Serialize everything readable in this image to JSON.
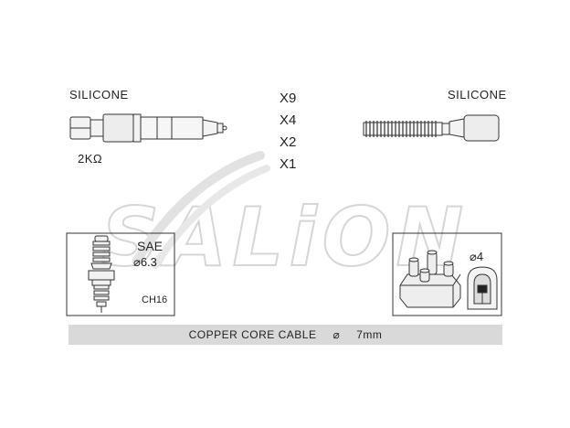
{
  "brand_watermark": "SALiON",
  "left_cable": {
    "material": "SILICONE",
    "resistance": "2KΩ"
  },
  "right_cable": {
    "material": "SILICONE"
  },
  "quantities": [
    "X9",
    "X4",
    "X2",
    "X1"
  ],
  "spark_plug_box": {
    "standard": "SAE",
    "diameter": "⌀6.3",
    "code": "CH16"
  },
  "coil_box": {
    "diameter": "⌀4"
  },
  "footer": {
    "label": "COPPER CORE CABLE",
    "diameter_symbol": "⌀",
    "size": "7mm"
  },
  "colors": {
    "line": "#333333",
    "footer_bg": "#d9d9d9",
    "watermark": "#d6d6d6"
  }
}
